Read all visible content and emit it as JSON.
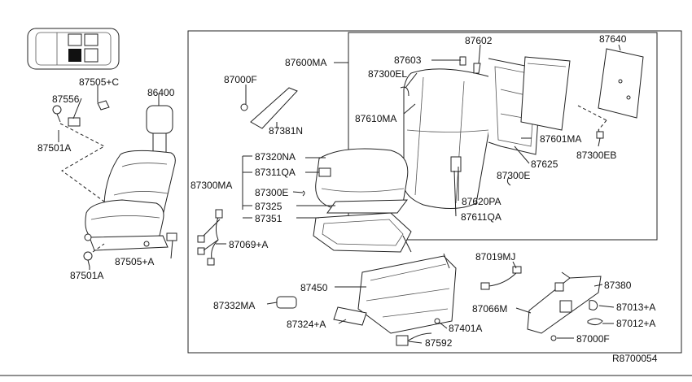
{
  "diagram_code": "R8700054",
  "labels": {
    "l87505C": "87505+C",
    "l86400": "86400",
    "l87556": "87556",
    "l87501A_top": "87501A",
    "l87505A": "87505+A",
    "l87501A_bot": "87501A",
    "l87000F_top": "87000F",
    "l87381N": "87381N",
    "l87600MA": "87600MA",
    "l87603": "87603",
    "l87602": "87602",
    "l87640": "87640",
    "l87300EL": "87300EL",
    "l87610MA": "87610MA",
    "l87601MA": "87601MA",
    "l87300EB": "87300EB",
    "l87625": "87625",
    "l87300E_right": "87300E",
    "l87620PA": "87620PA",
    "l87611QA": "87611QA",
    "l87320NA": "87320NA",
    "l87311QA": "87311QA",
    "l87300MA": "87300MA",
    "l87300E_mid": "87300E",
    "l87325": "87325",
    "l87351": "87351",
    "l87069A": "87069+A",
    "l87019MJ": "87019MJ",
    "l87450": "87450",
    "l87332MA": "87332MA",
    "l87066M": "87066M",
    "l87380": "87380",
    "l87013A": "87013+A",
    "l87012A": "87012+A",
    "l87324A": "87324+A",
    "l87401A": "87401A",
    "l87592": "87592",
    "l87000F_bot": "87000F"
  }
}
